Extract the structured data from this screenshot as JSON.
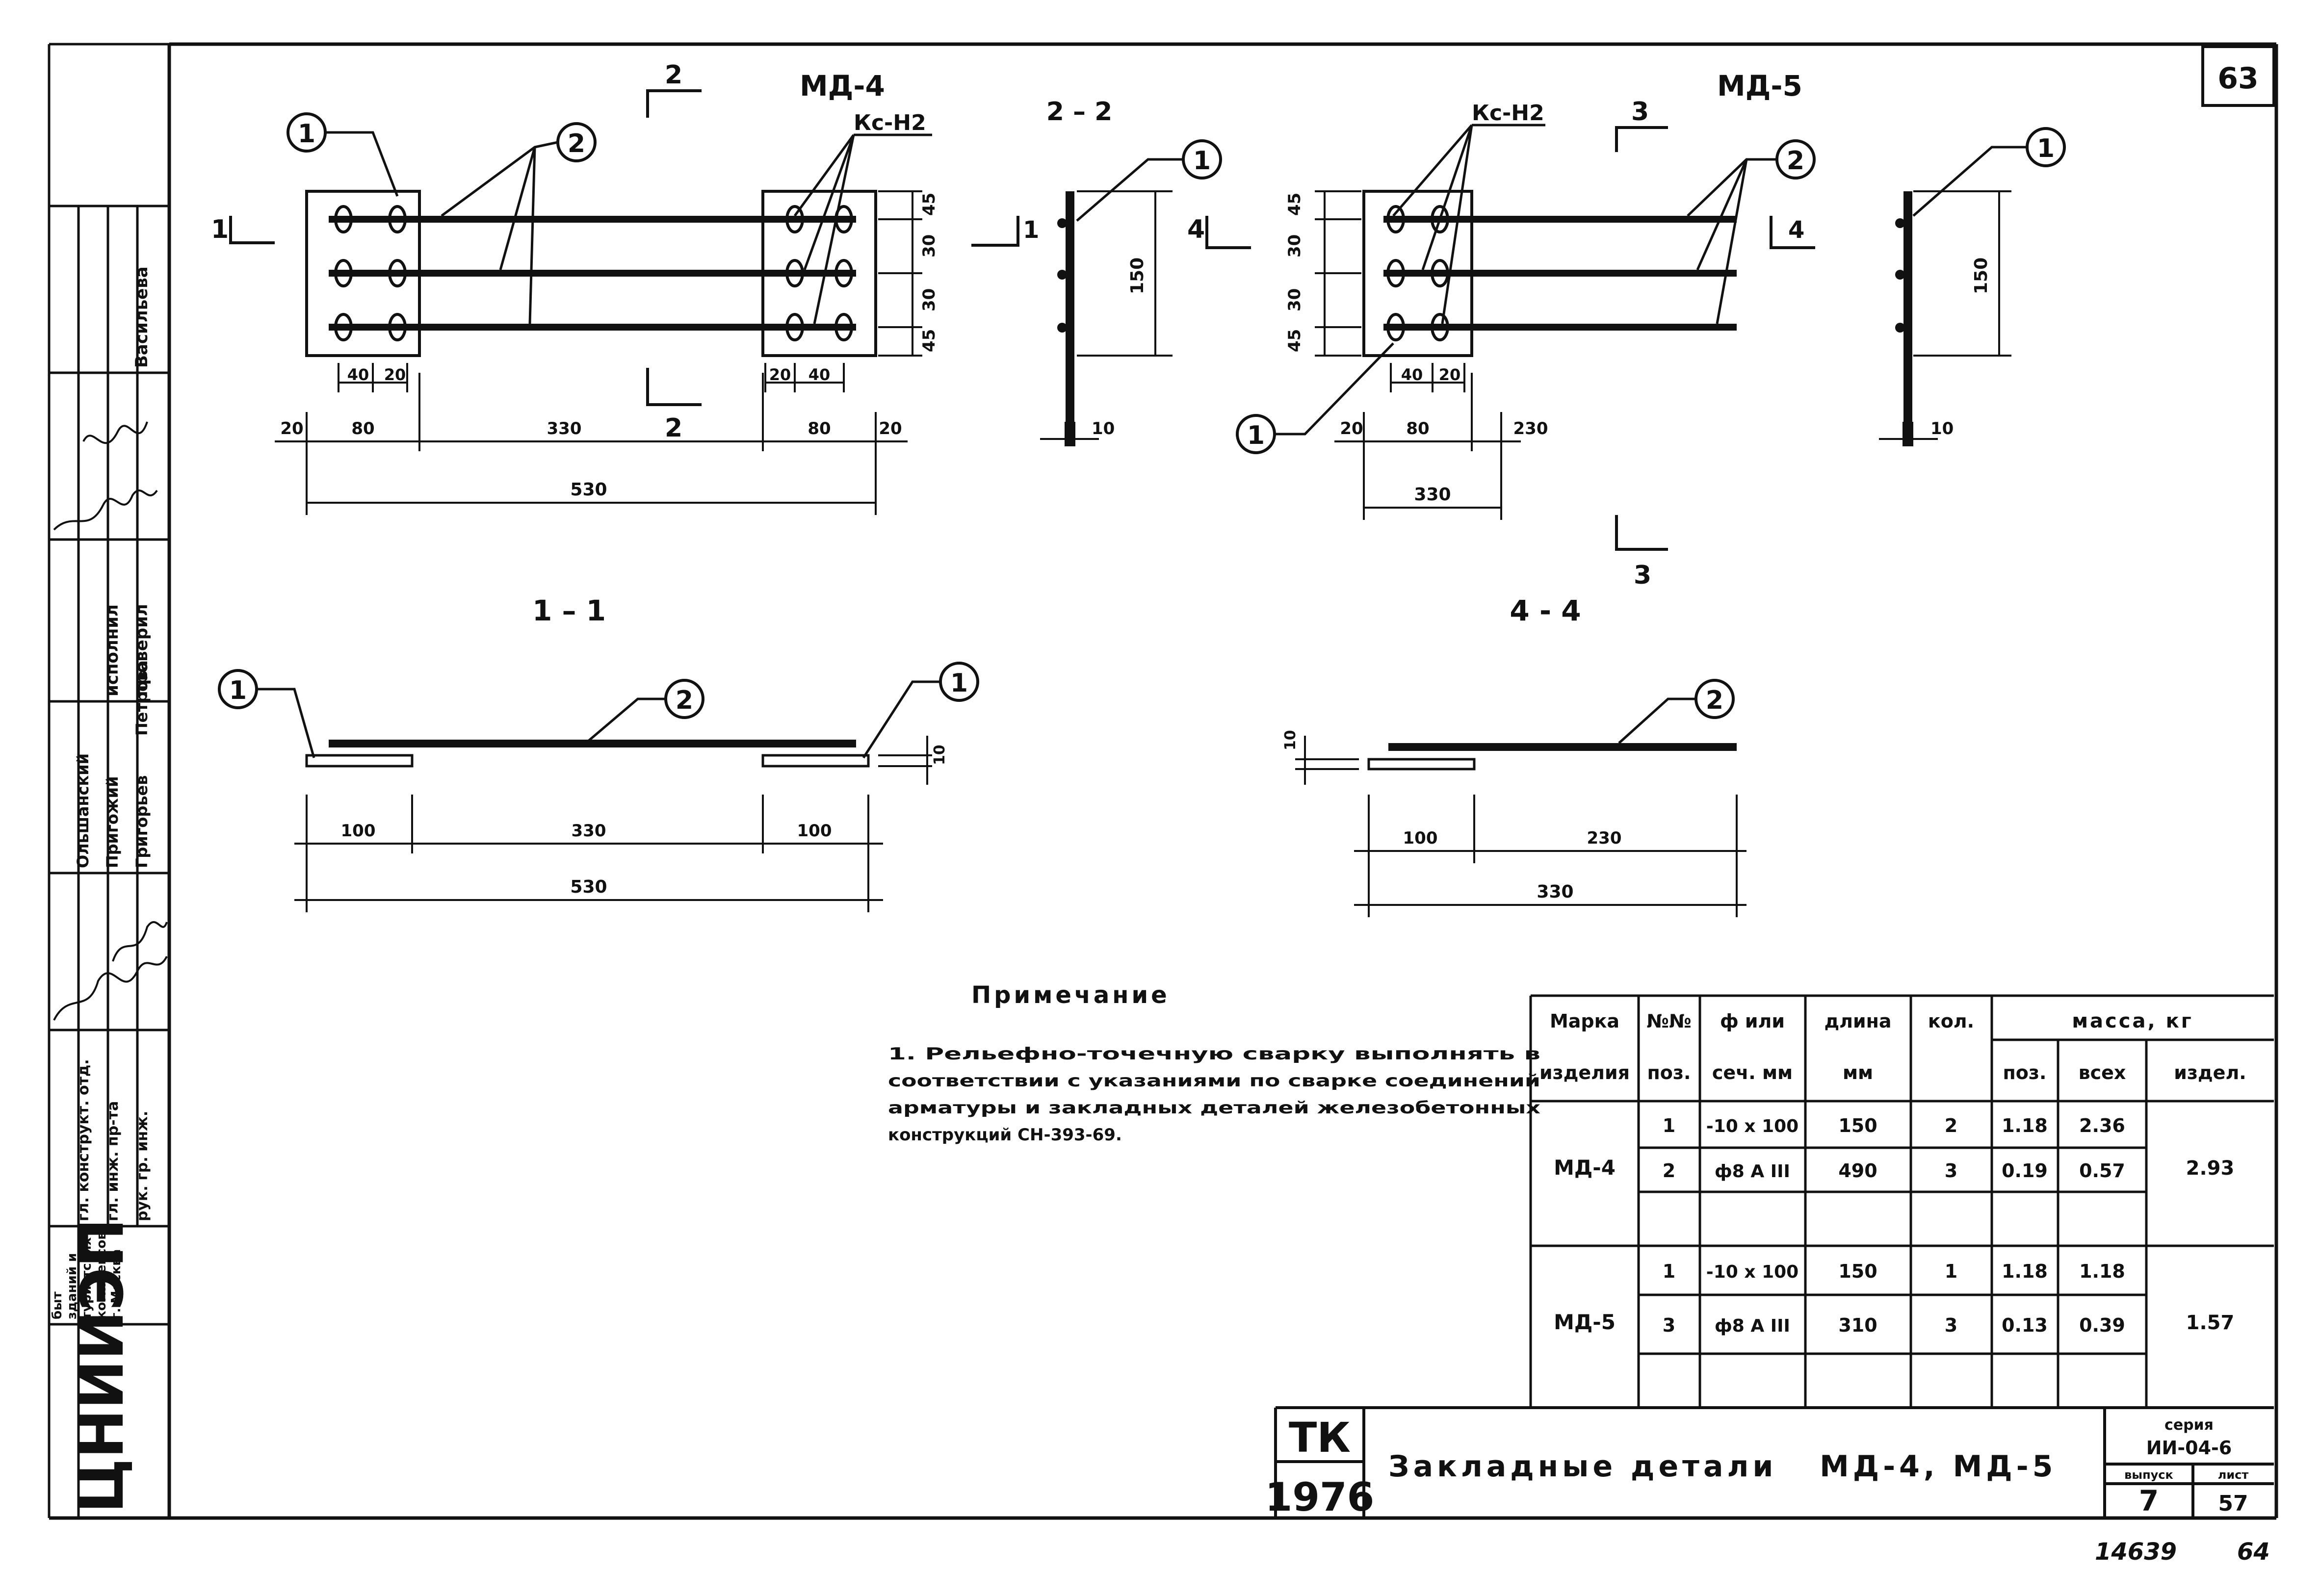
{
  "sheet_number": "63",
  "details": {
    "md4": {
      "mark": "МД-4",
      "section_cut_mark": "2",
      "weld_label": "Кс-Н2",
      "callout_plate": "1",
      "callout_bar": "2",
      "side_section_mark": "1",
      "dims": {
        "v1": "45",
        "v2": "30",
        "v3": "30",
        "v4": "45",
        "left_a": "40",
        "left_b": "20",
        "right_a": "20",
        "right_b": "40",
        "edge_left": "20",
        "plate_left": "80",
        "bars": "330",
        "plate_right": "80",
        "edge_right": "20",
        "total": "530"
      }
    },
    "md5": {
      "mark": "МД-5",
      "section_cut_mark": "3",
      "weld_label": "Кс-Н2",
      "callout_plate": "1",
      "callout_bar": "2",
      "side_section_mark": "4",
      "dims": {
        "v1": "45",
        "v2": "30",
        "v3": "30",
        "v4": "45",
        "left_a": "40",
        "left_b": "20",
        "edge_left": "20",
        "plate": "80",
        "bars": "230",
        "total": "330"
      }
    }
  },
  "sections": {
    "s22": {
      "title": "2 – 2",
      "callout": "1",
      "height": "150",
      "thickness": "10"
    },
    "s33": {
      "callout": "1",
      "height": "150",
      "thickness": "10"
    },
    "s11": {
      "title": "1 – 1",
      "callout_left": "1",
      "callout_bar": "2",
      "callout_right": "1",
      "thickness": "10",
      "d1": "100",
      "d2": "330",
      "d3": "100",
      "total": "530"
    },
    "s44": {
      "title": "4 - 4",
      "callout_bar": "2",
      "thickness": "10",
      "d1": "100",
      "d2": "230",
      "total": "330"
    }
  },
  "note": {
    "title": "Примечание",
    "lines": [
      "1. Рельефно-точечную сварку выполнять в",
      "соответствии с указаниями по сварке соединений",
      "арматуры и закладных деталей железобетонных",
      "конструкций СН-393-69."
    ]
  },
  "spec_table": {
    "headers": {
      "mark_1": "Марка",
      "mark_2": "изделия",
      "pos_1": "№№",
      "pos_2": "поз.",
      "dia_1": "ф или",
      "dia_2": "сеч. мм",
      "len_1": "длина",
      "len_2": "мм",
      "qty": "кол.",
      "mass": "масса, кг",
      "mass_pos": "поз.",
      "mass_all": "всех",
      "mass_item": "издел."
    },
    "groups": [
      {
        "mark": "МД-4",
        "total": "2.93",
        "rows": [
          {
            "pos": "1",
            "section": "-10 x 100",
            "length": "150",
            "qty": "2",
            "mass_pos": "1.18",
            "mass_all": "2.36"
          },
          {
            "pos": "2",
            "section": "ф8 А III",
            "length": "490",
            "qty": "3",
            "mass_pos": "0.19",
            "mass_all": "0.57"
          }
        ]
      },
      {
        "mark": "МД-5",
        "total": "1.57",
        "rows": [
          {
            "pos": "1",
            "section": "-10 x 100",
            "length": "150",
            "qty": "1",
            "mass_pos": "1.18",
            "mass_all": "1.18"
          },
          {
            "pos": "3",
            "section": "ф8 А III",
            "length": "310",
            "qty": "3",
            "mass_pos": "0.13",
            "mass_all": "0.39"
          }
        ]
      }
    ]
  },
  "title_block": {
    "code_top": "ТК",
    "code_year": "1976",
    "title": "Закладные детали   МД-4, МД-5",
    "series_label": "серия",
    "series_value": "ИИ-04-6",
    "issue_label": "выпуск",
    "issue_value": "7",
    "sheet_label": "лист",
    "sheet_value": "57"
  },
  "stamp": {
    "org_logo": "ЦНИИЭП",
    "org_lines": [
      "быт",
      "зданий и",
      "туристских",
      "комплексов",
      "г. Москва"
    ],
    "roles": [
      {
        "role": "рук. гр. инж.",
        "name": ""
      },
      {
        "role": "гл. инж. пр-та",
        "name": ""
      },
      {
        "role": "гл. конструкт. отд.",
        "name": ""
      },
      {
        "role": "исполнил",
        "name": "Ольшанский"
      },
      {
        "role": "проверил",
        "name": "Пригожий"
      },
      {
        "role": "",
        "name": "Григорьев"
      },
      {
        "role": "",
        "name": "Петрова"
      },
      {
        "role": "",
        "name": "Васильева"
      }
    ]
  },
  "footer": {
    "inventory": "14639",
    "page": "64"
  }
}
